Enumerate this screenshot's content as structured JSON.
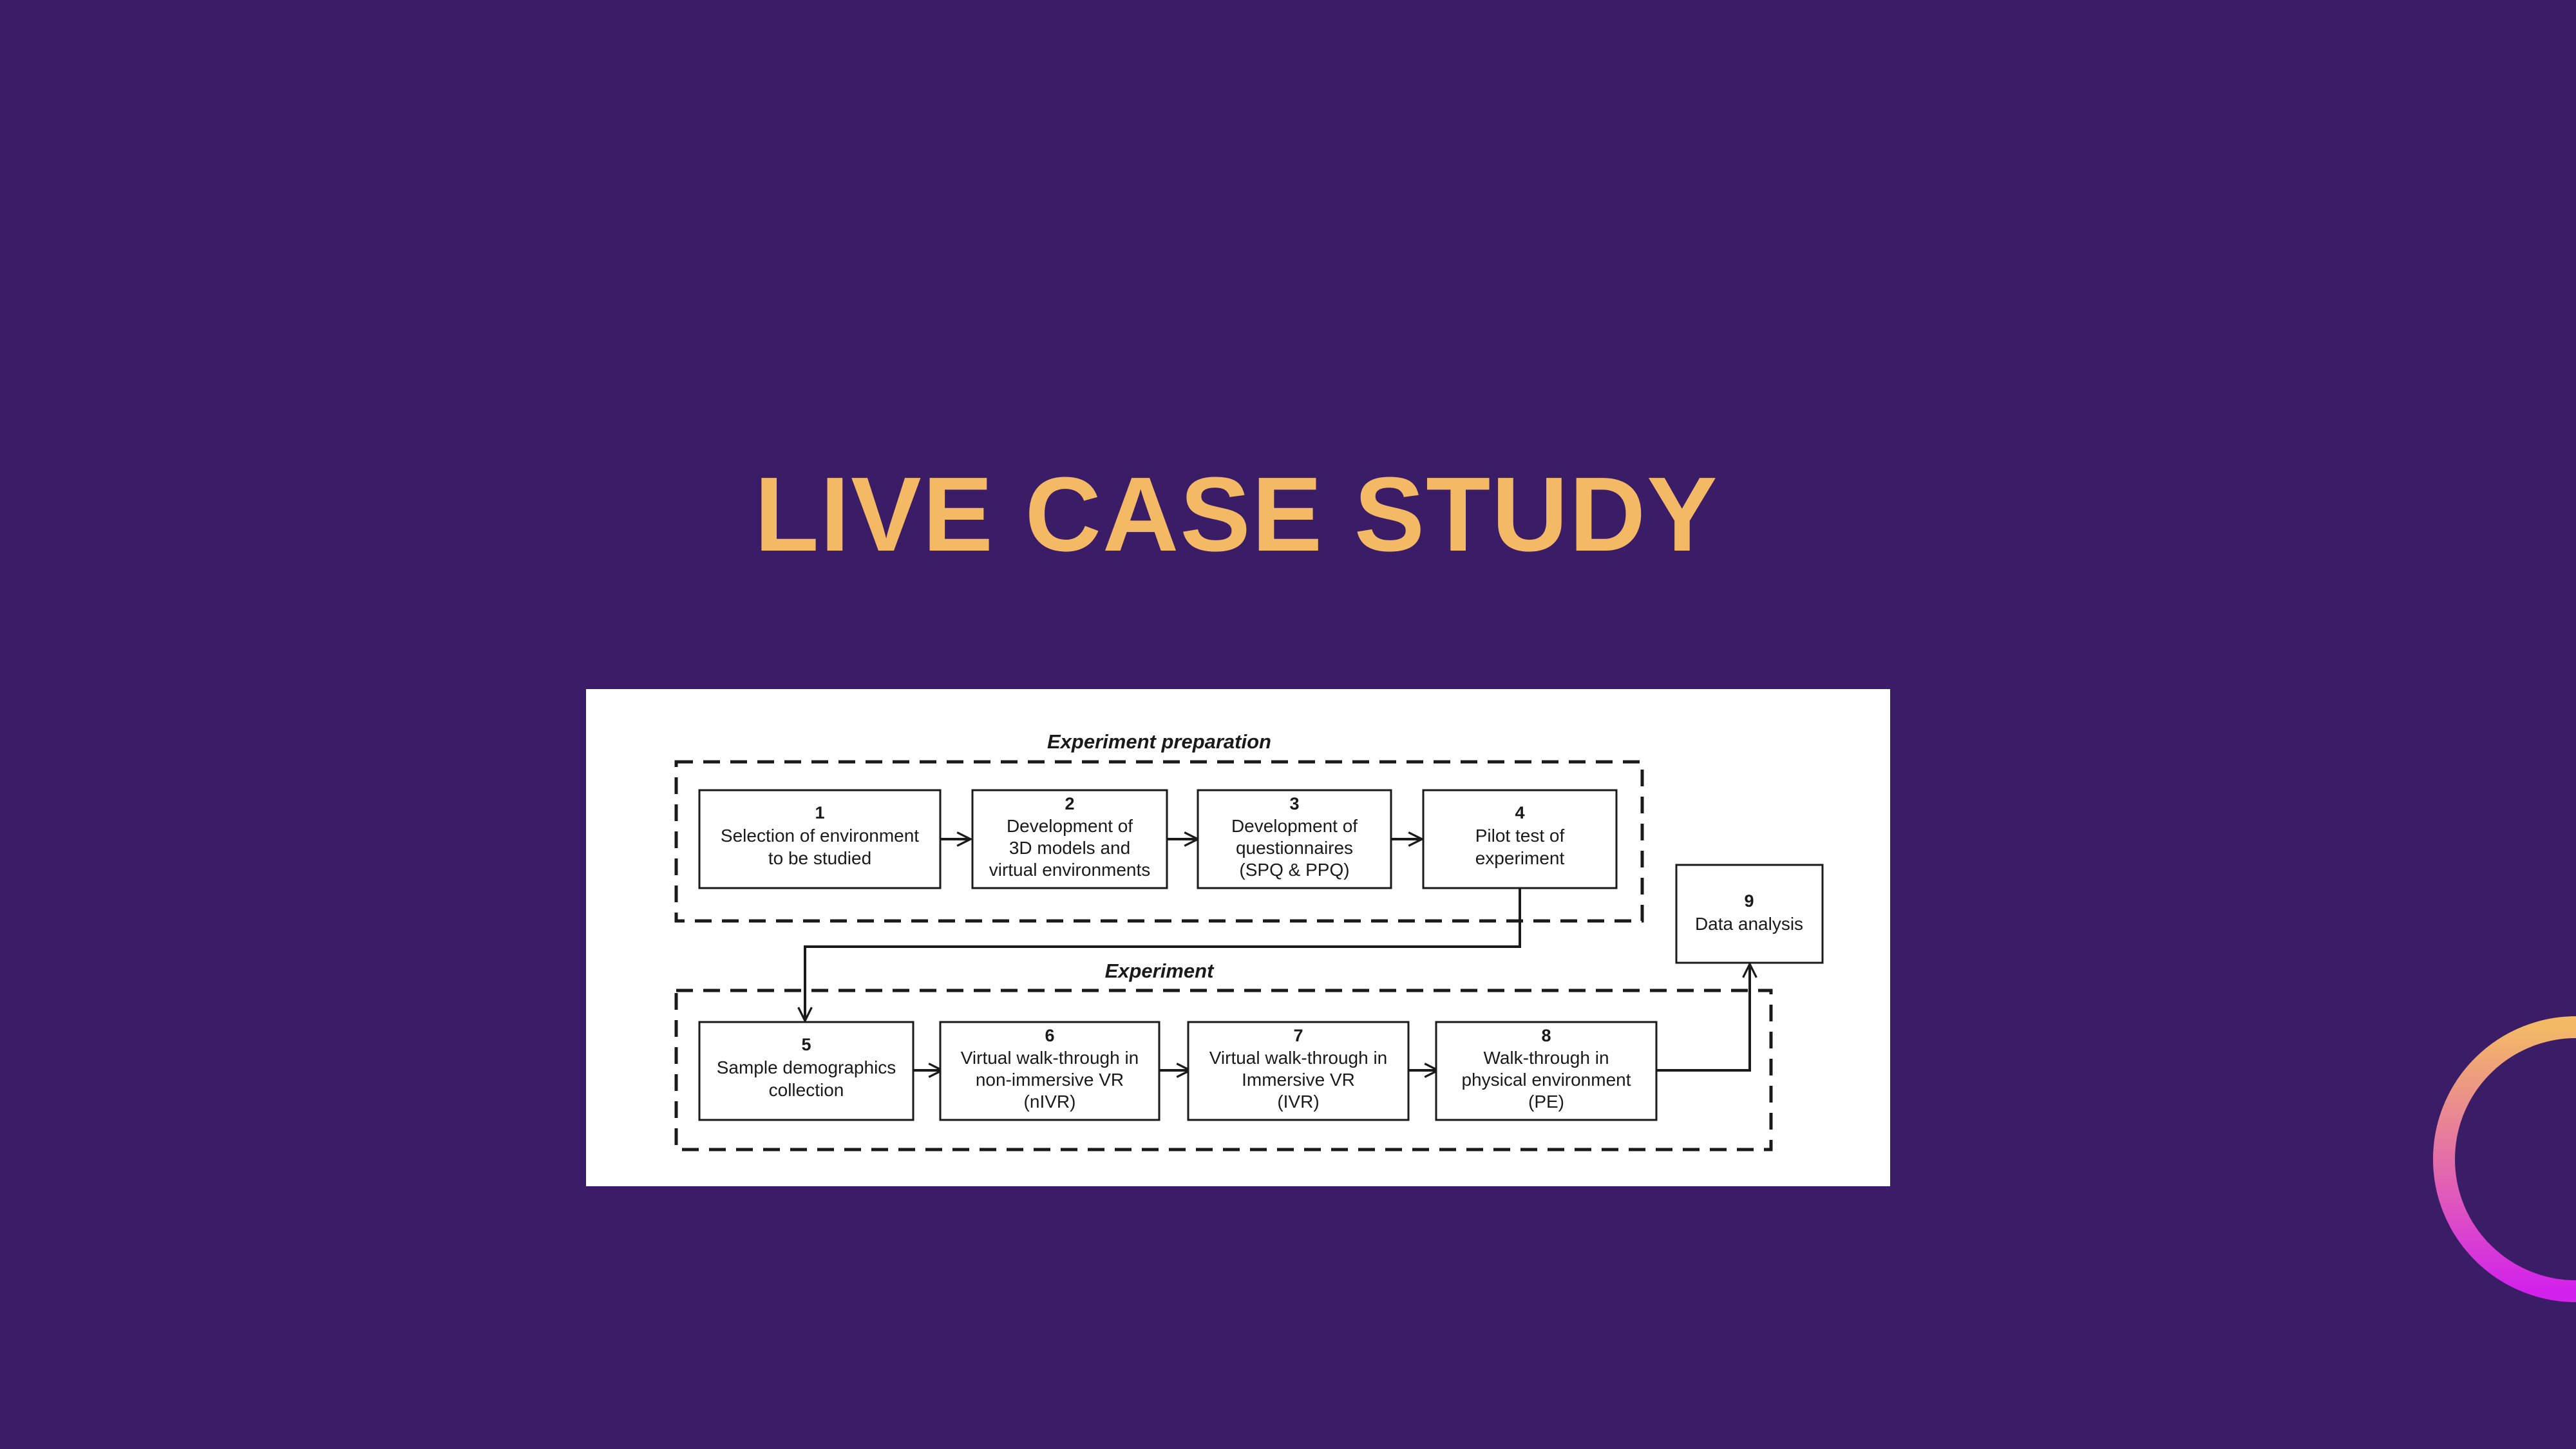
{
  "slide": {
    "title": "LIVE CASE STUDY",
    "background": "#3b1c66",
    "title_color": "#f3b965",
    "decorations": [
      "plus-icon",
      "ring-icon"
    ]
  },
  "diagram": {
    "sections": [
      {
        "id": "preparation",
        "label": "Experiment preparation"
      },
      {
        "id": "experiment",
        "label": "Experiment"
      }
    ],
    "steps": [
      {
        "number": "1",
        "lines": [
          "Selection of environment",
          "to be studied"
        ]
      },
      {
        "number": "2",
        "lines": [
          "Development of",
          "3D models and",
          "virtual environments"
        ]
      },
      {
        "number": "3",
        "lines": [
          "Development of",
          "questionnaires",
          "(SPQ & PPQ)"
        ]
      },
      {
        "number": "4",
        "lines": [
          "Pilot test of",
          "experiment"
        ]
      },
      {
        "number": "5",
        "lines": [
          "Sample demographics",
          "collection"
        ]
      },
      {
        "number": "6",
        "lines": [
          "Virtual walk-through in",
          "non-immersive VR",
          "(nIVR)"
        ]
      },
      {
        "number": "7",
        "lines": [
          "Virtual walk-through in",
          "Immersive VR",
          "(IVR)"
        ]
      },
      {
        "number": "8",
        "lines": [
          "Walk-through in",
          "physical environment",
          "(PE)"
        ]
      },
      {
        "number": "9",
        "lines": [
          "Data analysis"
        ]
      }
    ],
    "connections": [
      [
        "1",
        "2"
      ],
      [
        "2",
        "3"
      ],
      [
        "3",
        "4"
      ],
      [
        "4",
        "5"
      ],
      [
        "5",
        "6"
      ],
      [
        "6",
        "7"
      ],
      [
        "7",
        "8"
      ],
      [
        "8",
        "9"
      ]
    ]
  }
}
